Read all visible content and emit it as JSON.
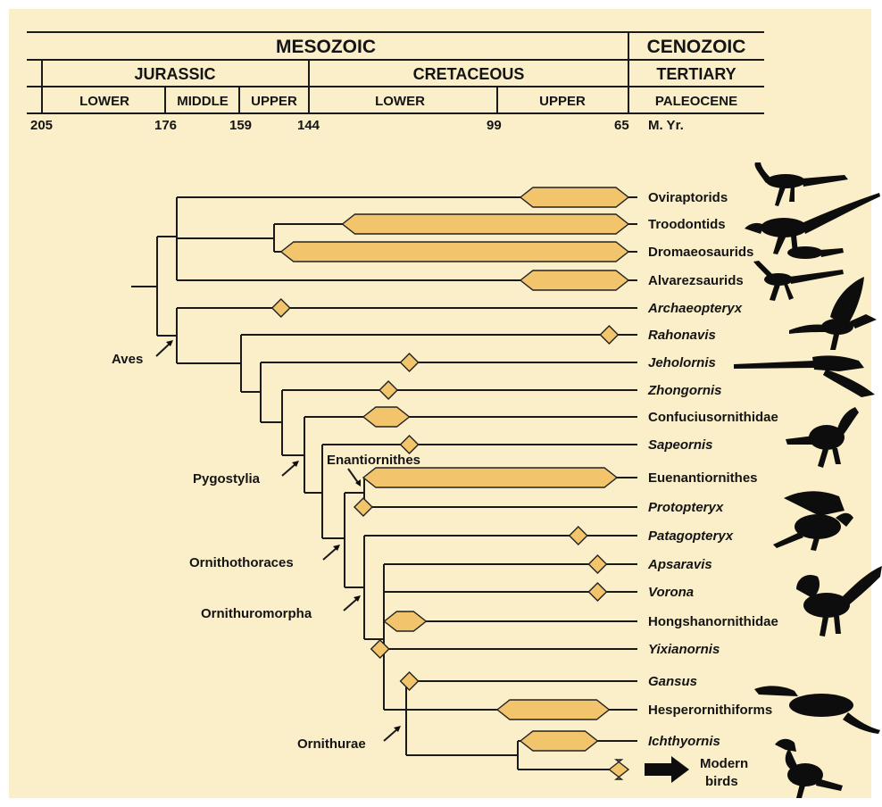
{
  "timescale": {
    "era_1": "MESOZOIC",
    "era_2": "CENOZOIC",
    "period_jurassic": "JURASSIC",
    "period_cretaceous": "CRETACEOUS",
    "period_tertiary": "TERTIARY",
    "epoch_lower_jurassic": "LOWER",
    "epoch_middle_jurassic": "MIDDLE",
    "epoch_upper_jurassic": "UPPER",
    "epoch_lower_cretaceous": "LOWER",
    "epoch_upper_cretaceous": "UPPER",
    "epoch_paleocene": "PALEOCENE",
    "ticks": [
      "205",
      "176",
      "159",
      "144",
      "99",
      "65"
    ],
    "unit": "M. Yr."
  },
  "taxa": [
    {
      "label": "Oviraptorids",
      "italic": false,
      "range_ma": [
        93,
        65
      ]
    },
    {
      "label": "Troodontids",
      "italic": false,
      "range_ma": [
        136,
        65
      ]
    },
    {
      "label": "Dromaeosaurids",
      "italic": false,
      "range_ma": [
        150,
        65
      ]
    },
    {
      "label": "Alvarezsaurids",
      "italic": false,
      "range_ma": [
        93,
        65
      ]
    },
    {
      "label": "Archaeopteryx",
      "italic": true,
      "point_ma": 150
    },
    {
      "label": "Rahonavis",
      "italic": true,
      "point_ma": 70
    },
    {
      "label": "Jeholornis",
      "italic": true,
      "point_ma": 120
    },
    {
      "label": "Zhongornis",
      "italic": true,
      "point_ma": 125
    },
    {
      "label": "Confuciusornithidae",
      "italic": false,
      "range_ma": [
        131,
        120
      ]
    },
    {
      "label": "Sapeornis",
      "italic": true,
      "point_ma": 120
    },
    {
      "label": "Euenantiornithes",
      "italic": false,
      "range_ma": [
        131,
        68
      ]
    },
    {
      "label": "Protopteryx",
      "italic": true,
      "point_ma": 131
    },
    {
      "label": "Patagopteryx",
      "italic": true,
      "point_ma": 78
    },
    {
      "label": "Apsaravis",
      "italic": true,
      "point_ma": 73
    },
    {
      "label": "Vorona",
      "italic": true,
      "point_ma": 73
    },
    {
      "label": "Hongshanornithidae",
      "italic": false,
      "range_ma": [
        126,
        116
      ]
    },
    {
      "label": "Yixianornis",
      "italic": true,
      "point_ma": 127
    },
    {
      "label": "Gansus",
      "italic": true,
      "point_ma": 120
    },
    {
      "label": "Hesperornithiforms",
      "italic": false,
      "range_ma": [
        99,
        70
      ]
    },
    {
      "label": "Ichthyornis",
      "italic": true,
      "range_ma": [
        93,
        73
      ]
    },
    {
      "label": "Modern birds",
      "italic": false,
      "range_ma": [
        70,
        65
      ]
    }
  ],
  "clades": {
    "aves": "Aves",
    "pygostylia": "Pygostylia",
    "enantiornithes": "Enantiornithes",
    "ornithothoraces": "Ornithothoraces",
    "ornithuromorpha": "Ornithuromorpha",
    "ornithurae": "Ornithurae"
  },
  "modern_birds_line_1": "Modern",
  "modern_birds_line_2": "birds",
  "colors": {
    "background": "#fbefc9",
    "range_fill": "#f2c46c",
    "lines": "#1a1a1a",
    "silhouettes": "#0d0d0d"
  },
  "icons": [
    "oviraptorid-silhouette-icon",
    "troodontid-silhouette-icon",
    "dromaeosaurid-silhouette-icon",
    "alvarezsaurid-silhouette-icon",
    "archaeopteryx-silhouette-icon",
    "jeholornis-silhouette-icon",
    "confuciusornis-silhouette-icon",
    "protopteryx-silhouette-icon",
    "hongshanornis-silhouette-icon",
    "hesperornis-silhouette-icon",
    "modern-bird-silhouette-icon",
    "arrow-right-icon"
  ]
}
